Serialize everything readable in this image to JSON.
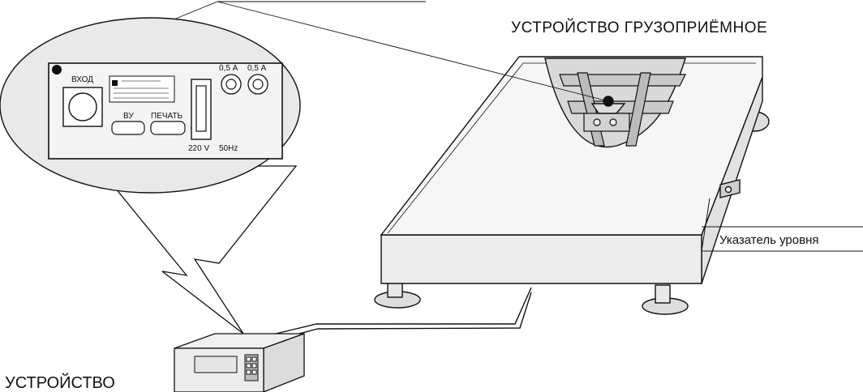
{
  "labels": {
    "platform_title": "УСТРОЙСТВО ГРУЗОПРИЁМНОЕ",
    "level_indicator": "Указатель уровня",
    "device_title": "УСТРОЙСТВО"
  },
  "panel": {
    "input_label": "ВХОД",
    "vu_label": "ВУ",
    "print_label": "ПЕЧАТЬ",
    "fuse_left_label": "0,5 А",
    "fuse_right_label": "0,5 А",
    "voltage_label": "220 V",
    "frequency_label": "50Hz"
  }
}
